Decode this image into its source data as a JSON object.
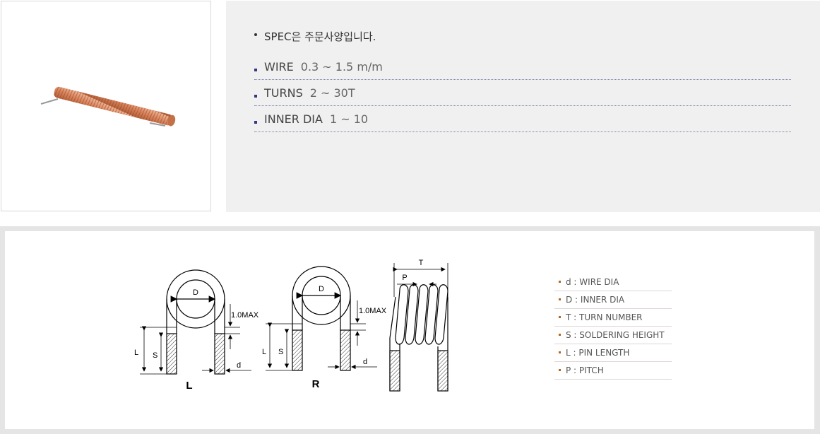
{
  "product": {
    "image_alt": "copper air coil"
  },
  "spec": {
    "intro": "SPEC은 주문사양입니다.",
    "rows": [
      {
        "key": "WIRE",
        "value": "0.3 ~ 1.5 m/m"
      },
      {
        "key": "TURNS",
        "value": "2 ~ 30T"
      },
      {
        "key": "INNER DIA",
        "value": "1 ~ 10"
      }
    ]
  },
  "diagram": {
    "labels": {
      "inner_dia": "D",
      "max": "1.0MAX",
      "pin_length": "L",
      "soldering": "S",
      "wire_dia": "d",
      "left_type": "L",
      "right_type": "R",
      "turn_number": "T",
      "pitch": "P"
    }
  },
  "legend": [
    "d : WIRE DIA",
    "D : INNER DIA",
    "T : TURN NUMBER",
    "S : SOLDERING HEIGHT",
    "L : PIN LENGTH",
    "P : PITCH"
  ],
  "colors": {
    "accent_square": "#2f3a7c",
    "legend_bullet": "#b5651d",
    "copper": "#d9825a"
  }
}
